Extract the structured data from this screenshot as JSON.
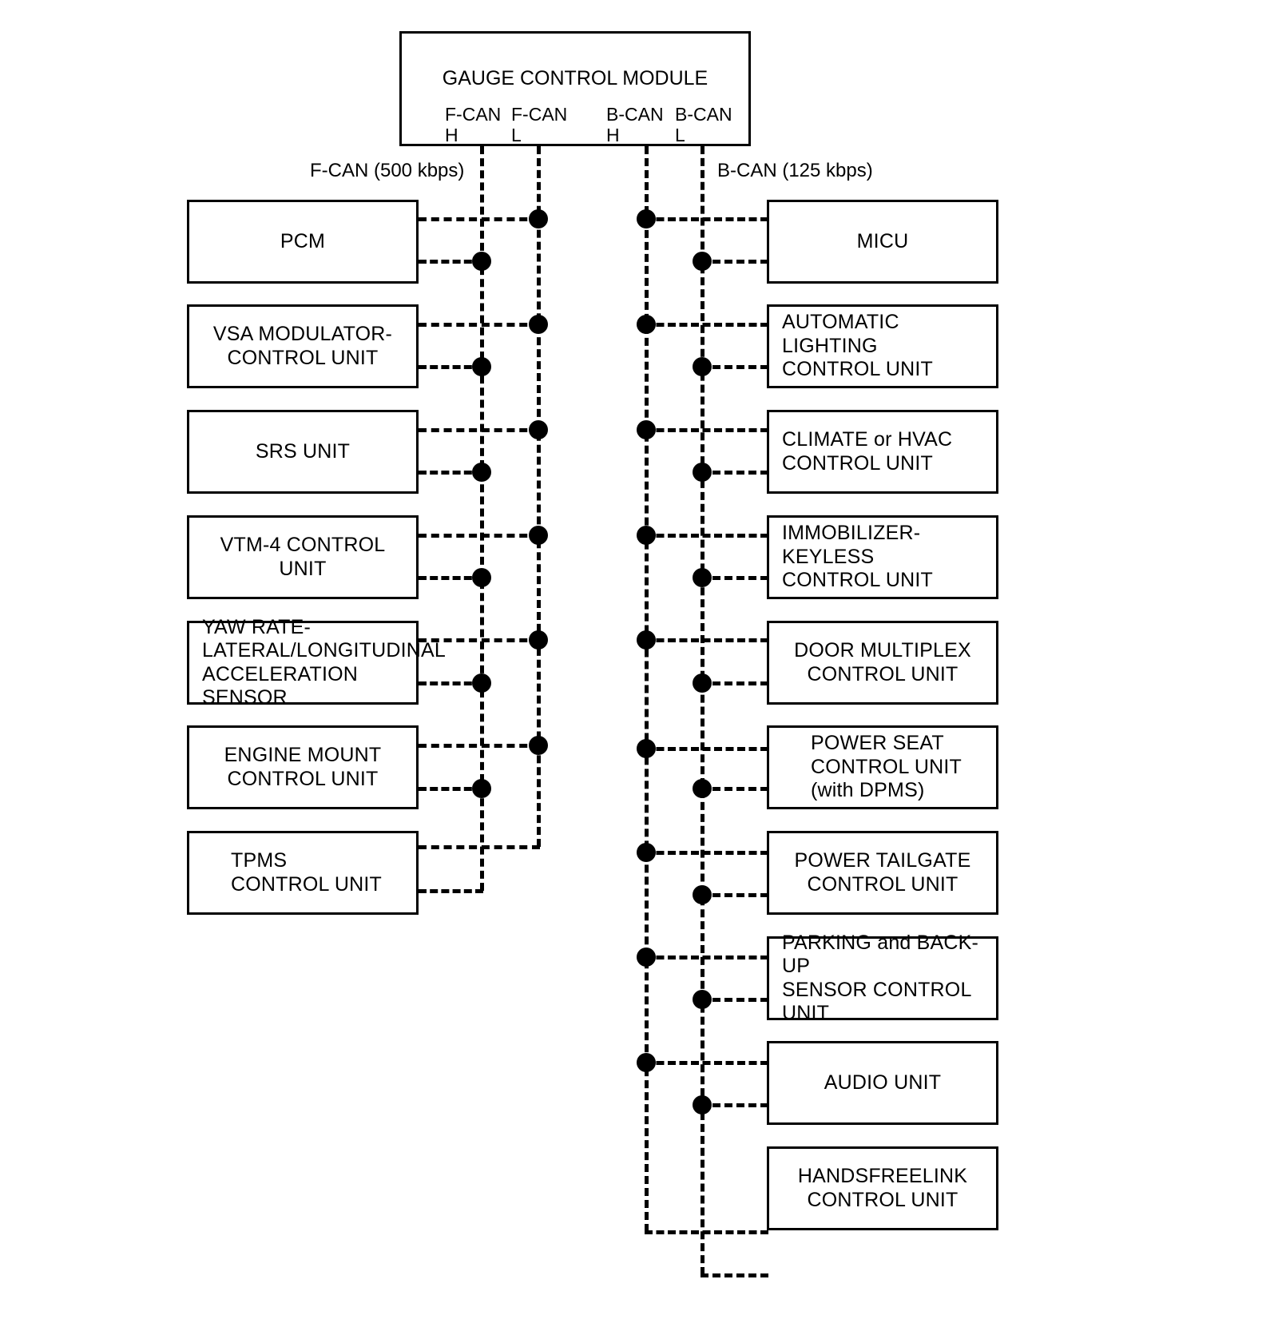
{
  "diagram": {
    "title": "GAUGE CONTROL MODULE",
    "module": {
      "name": "GAUGE CONTROL MODULE",
      "terminals": [
        {
          "id": "f-can-h",
          "label": "F-CAN\nH"
        },
        {
          "id": "f-can-l",
          "label": "F-CAN\nL"
        },
        {
          "id": "b-can-h",
          "label": "B-CAN\nH"
        },
        {
          "id": "b-can-l",
          "label": "B-CAN\nL"
        }
      ]
    },
    "buses": [
      {
        "id": "f-can",
        "label": "F-CAN (500 kbps)",
        "name": "F-CAN",
        "speed": "500 kbps"
      },
      {
        "id": "b-can",
        "label": "B-CAN (125 kbps)",
        "name": "B-CAN",
        "speed": "125 kbps"
      }
    ],
    "f_can_nodes": [
      {
        "label": "PCM",
        "align": "center"
      },
      {
        "label": "VSA MODULATOR-\nCONTROL UNIT",
        "align": "center"
      },
      {
        "label": "SRS UNIT",
        "align": "center"
      },
      {
        "label": "VTM-4 CONTROL UNIT",
        "align": "center"
      },
      {
        "label": "YAW RATE-\nLATERAL/LONGITUDINAL\nACCELERATION SENSOR",
        "align": "left"
      },
      {
        "label": "ENGINE MOUNT\nCONTROL UNIT",
        "align": "center"
      },
      {
        "label": "TPMS\n CONTROL UNIT",
        "align": "indent"
      }
    ],
    "b_can_nodes": [
      {
        "label": "MICU",
        "align": "center"
      },
      {
        "label": "AUTOMATIC LIGHTING\nCONTROL UNIT",
        "align": "left"
      },
      {
        "label": "CLIMATE or HVAC\nCONTROL UNIT",
        "align": "left"
      },
      {
        "label": "IMMOBILIZER-KEYLESS\nCONTROL UNIT",
        "align": "left"
      },
      {
        "label": "DOOR MULTIPLEX\nCONTROL UNIT",
        "align": "center"
      },
      {
        "label": "POWER SEAT\nCONTROL UNIT\n(with DPMS)",
        "align": "indent"
      },
      {
        "label": "POWER TAILGATE\nCONTROL UNIT",
        "align": "center"
      },
      {
        "label": "PARKING and BACK-UP\nSENSOR CONTROL UNIT",
        "align": "left"
      },
      {
        "label": "AUDIO UNIT",
        "align": "center"
      },
      {
        "label": "HANDSFREELINK\nCONTROL UNIT",
        "align": "center"
      }
    ],
    "colors": {
      "line": "#000000",
      "background": "#ffffff"
    }
  }
}
